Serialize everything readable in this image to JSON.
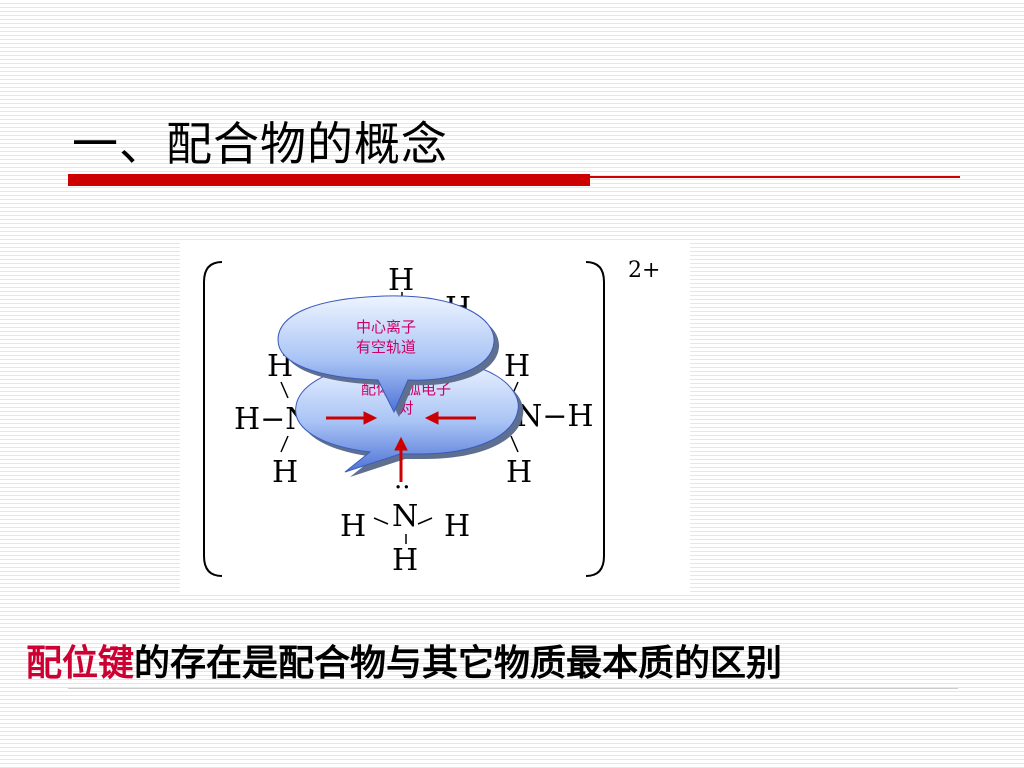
{
  "slide": {
    "title": "一、配合物的概念",
    "charge": "2+",
    "bottom": {
      "highlight": "配位键",
      "rest": "的存在是配合物与其它物质最本质的区别"
    }
  },
  "diagram": {
    "atoms": {
      "h": "H",
      "n": "N",
      "hn": "H−N",
      "nh": "N−H"
    },
    "lone_pair": "··",
    "callout_back": {
      "line1": "配体有孤电子",
      "line2": "对"
    },
    "callout_front": {
      "line1": "中心离子",
      "line2": "有空轨道"
    }
  },
  "colors": {
    "accent_red": "#cc0000",
    "highlight_text": "#cc0033",
    "callout_blue_light": "#d8e8ff",
    "callout_blue_dark": "#4466cc",
    "callout_text": "#cc0066",
    "arrow": "#cc0000"
  }
}
